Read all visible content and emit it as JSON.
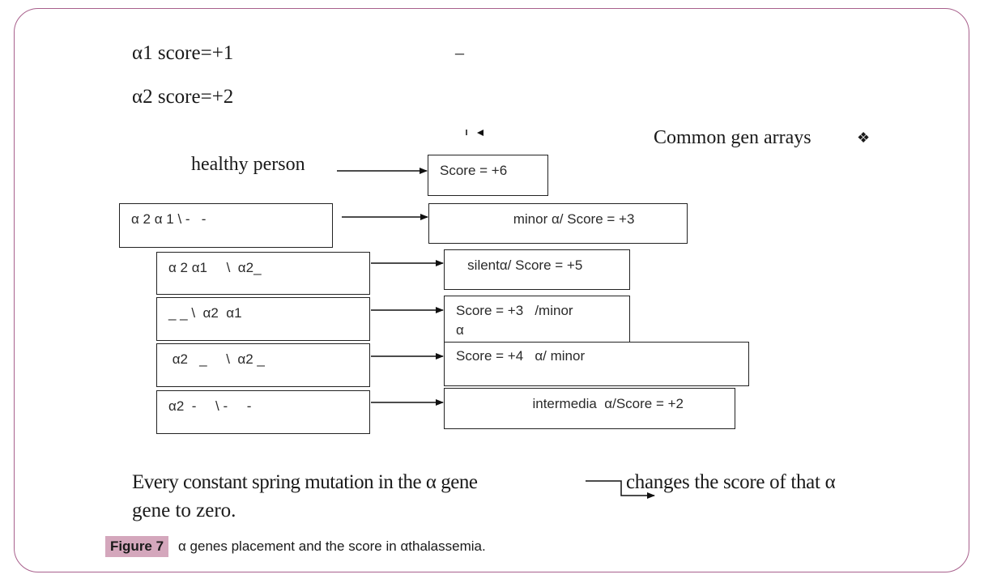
{
  "legend": {
    "alpha1": "α1 score=+1",
    "alpha2": "α2 score=+2",
    "dash_mark": "–",
    "common_gen_arrays": "Common gen arrays",
    "diamond_symbol": "❖"
  },
  "healthy": {
    "label": "healthy person",
    "result": "Score = +6"
  },
  "rows": [
    {
      "genotype": "α 2 α 1 \\ -   -",
      "result": "                   minor α/ Score = +3"
    },
    {
      "genotype": "α 2 α1     \\  α2_",
      "result": "   silentα/ Score = +5"
    },
    {
      "genotype": "_ _ \\  α2  α1",
      "result": "Score = +3   /minor\nα"
    },
    {
      "genotype": " α2   _     \\  α2 _",
      "result": "Score = +4   α/ minor"
    },
    {
      "genotype": "α2  -     \\ -     -",
      "result": "                    intermedia  α/Score = +2"
    }
  ],
  "note": {
    "line1_left": "Every constant spring mutation in the α gene",
    "line1_right": "changes the score of that α",
    "line2": "gene to zero."
  },
  "caption": {
    "label": "Figure 7",
    "text": "α genes placement and the score in αthalassemia."
  },
  "colors": {
    "frame": "#a8608c",
    "caption_label_bg": "#d4a7bc"
  }
}
